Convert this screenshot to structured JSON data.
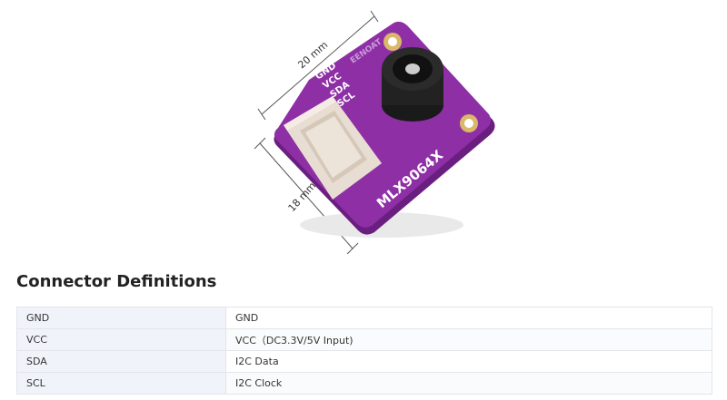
{
  "figure": {
    "dim_width": "20 mm",
    "dim_height": "18 mm",
    "pin_labels": [
      "GND",
      "VCC",
      "SDA",
      "SCL"
    ],
    "board_model": "MLX9064X",
    "board_brand": "EENOAT"
  },
  "section": {
    "title": "Connector Definitions"
  },
  "table": {
    "rows": [
      {
        "pin": "GND",
        "desc": "GND"
      },
      {
        "pin": "VCC",
        "desc": "VCC（DC3.3V/5V Input)"
      },
      {
        "pin": "SDA",
        "desc": "I2C Data"
      },
      {
        "pin": "SCL",
        "desc": "I2C Clock"
      }
    ]
  },
  "colors": {
    "board": "#8e2fa6",
    "board_edge": "#6a1f80",
    "pad": "#d9b86a",
    "header_fill": "#f0f4fa",
    "border": "#e2e5ea"
  }
}
